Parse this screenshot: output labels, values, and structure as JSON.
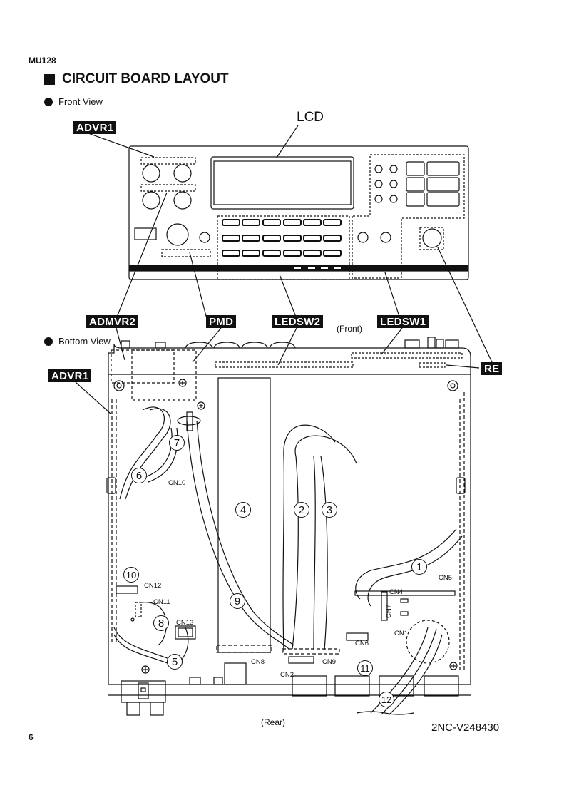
{
  "header": {
    "model": "MU128",
    "section_title": "CIRCUIT BOARD LAYOUT",
    "page_number": "6",
    "doc_code": "2NC-V248430"
  },
  "front_view": {
    "label": "Front View",
    "lcd_label": "LCD",
    "tags": {
      "advr1": "ADVR1",
      "admvr2": "ADMVR2",
      "pmd": "PMD",
      "ledsw2": "LEDSW2",
      "ledsw1": "LEDSW1",
      "re": "RE"
    }
  },
  "bottom_view": {
    "label": "Bottom View",
    "front_label": "(Front)",
    "rear_label": "(Rear)",
    "advr1_tag": "ADVR1",
    "connectors": {
      "cn1": "CN1",
      "cn2": "CN2",
      "cn4": "CN4",
      "cn5": "CN5",
      "cn6": "CN6",
      "cn7": "CN7",
      "cn8": "CN8",
      "cn9": "CN9",
      "cn10": "CN10",
      "cn11": "CN11",
      "cn12": "CN12",
      "cn13": "CN13"
    },
    "cable_callouts": [
      "1",
      "2",
      "3",
      "4",
      "5",
      "6",
      "7",
      "8",
      "9",
      "10",
      "11",
      "12"
    ]
  }
}
